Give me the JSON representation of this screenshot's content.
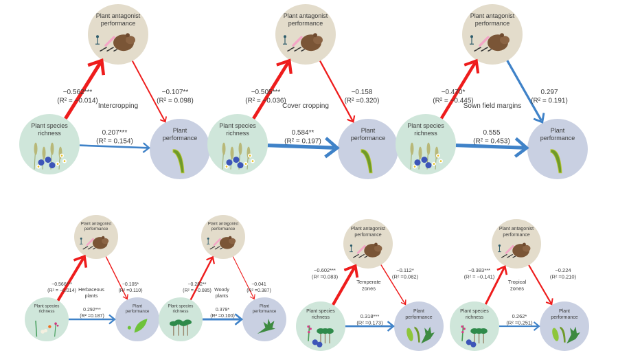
{
  "colors": {
    "negative_path": "#ee1c1c",
    "positive_path": "#3f82c8",
    "richness_node": "#cfe6da",
    "antagonist_node": "#e3dccb",
    "performance_node": "#c9d0e2",
    "text": "#3a3a3a"
  },
  "node_labels": {
    "richness": [
      "Plant species",
      "richness"
    ],
    "antagonist": [
      "Plant antagonist",
      "performance"
    ],
    "performance": [
      "Plant",
      "performance"
    ]
  },
  "panels": [
    {
      "id": "intercropping",
      "title": [
        "Intercropping"
      ],
      "richness_to_antagonist": {
        "coef": "−0.562***",
        "r2": "(R² = −0.014)",
        "sign": "negative",
        "strength": 0.562
      },
      "antagonist_to_performance": {
        "coef": "−0.107**",
        "r2": "(R² = 0.098)",
        "sign": "negative",
        "strength": 0.107
      },
      "richness_to_performance": {
        "coef": "0.207***",
        "r2": "(R² = 0.154)",
        "sign": "positive",
        "strength": 0.207
      },
      "richness_icon": "wheat-cornflower-icon",
      "performance_icon": "grass-blade-icon"
    },
    {
      "id": "cover-cropping",
      "title": [
        "Cover cropping"
      ],
      "richness_to_antagonist": {
        "coef": "−0.505***",
        "r2": "(R² = −0.036)",
        "sign": "negative",
        "strength": 0.505
      },
      "antagonist_to_performance": {
        "coef": "−0.158",
        "r2": "(R² =0.320)",
        "sign": "negative",
        "strength": 0.158
      },
      "richness_to_performance": {
        "coef": "0.584**",
        "r2": "(R² = 0.197)",
        "sign": "positive",
        "strength": 0.584
      },
      "richness_icon": "wheat-cornflower-icon",
      "performance_icon": "grass-blade-icon"
    },
    {
      "id": "sown-field-margins",
      "title": [
        "Sown field margins"
      ],
      "richness_to_antagonist": {
        "coef": "−0.470*",
        "r2": "(R² = −0.445)",
        "sign": "negative",
        "strength": 0.47
      },
      "antagonist_to_performance": {
        "coef": "0.297",
        "r2": "(R² = 0.191)",
        "sign": "positive",
        "strength": 0.297
      },
      "richness_to_performance": {
        "coef": "0.555",
        "r2": "(R² = 0.453)",
        "sign": "positive",
        "strength": 0.555
      },
      "richness_icon": "wheat-cornflower-icon",
      "performance_icon": "grass-blade-icon"
    },
    {
      "id": "herbaceous-plants",
      "title": [
        "Herbaceous",
        "plants"
      ],
      "richness_to_antagonist": {
        "coef": "−0.566***",
        "r2": "(R² = −0.014)",
        "sign": "negative",
        "strength": 0.566
      },
      "antagonist_to_performance": {
        "coef": "−0.105*",
        "r2": "(R² =0.110)",
        "sign": "negative",
        "strength": 0.105
      },
      "richness_to_performance": {
        "coef": "0.292***",
        "r2": "(R² =0.187)",
        "sign": "positive",
        "strength": 0.292
      },
      "richness_icon": "herbs-flowers-icon",
      "performance_icon": "leaf-icon"
    },
    {
      "id": "woody-plants",
      "title": [
        "Woody",
        "plants"
      ],
      "richness_to_antagonist": {
        "coef": "−0.282**",
        "r2": "(R² = −0.085)",
        "sign": "negative",
        "strength": 0.282
      },
      "antagonist_to_performance": {
        "coef": "−0.041",
        "r2": "(R² =0.387)",
        "sign": "negative",
        "strength": 0.041
      },
      "richness_to_performance": {
        "coef": "0.379*",
        "r2": "(R² =0.100)",
        "sign": "positive",
        "strength": 0.379
      },
      "richness_icon": "trees-icon",
      "performance_icon": "oak-leaf-icon"
    },
    {
      "id": "temperate-zones",
      "title": [
        "Temperate",
        "zones"
      ],
      "richness_to_antagonist": {
        "coef": "−0.602***",
        "r2": "(R² =0.083)",
        "sign": "negative",
        "strength": 0.602
      },
      "antagonist_to_performance": {
        "coef": "−0.112*",
        "r2": "(R² =0.082)",
        "sign": "negative",
        "strength": 0.112
      },
      "richness_to_performance": {
        "coef": "0.318***",
        "r2": "(R² =0.173)",
        "sign": "positive",
        "strength": 0.318
      },
      "richness_icon": "mixed-vegetation-icon",
      "performance_icon": "mixed-leaves-icon"
    },
    {
      "id": "tropical-zones",
      "title": [
        "Tropical",
        "zones"
      ],
      "richness_to_antagonist": {
        "coef": "−0.383***",
        "r2": "(R² = −0.141)",
        "sign": "negative",
        "strength": 0.383
      },
      "antagonist_to_performance": {
        "coef": "−0.224",
        "r2": "(R² =0.210)",
        "sign": "negative",
        "strength": 0.224
      },
      "richness_to_performance": {
        "coef": "0.262*",
        "r2": "(R² =0.251)",
        "sign": "positive",
        "strength": 0.262
      },
      "richness_icon": "mixed-vegetation-icon",
      "performance_icon": "mixed-leaves-icon"
    }
  ]
}
